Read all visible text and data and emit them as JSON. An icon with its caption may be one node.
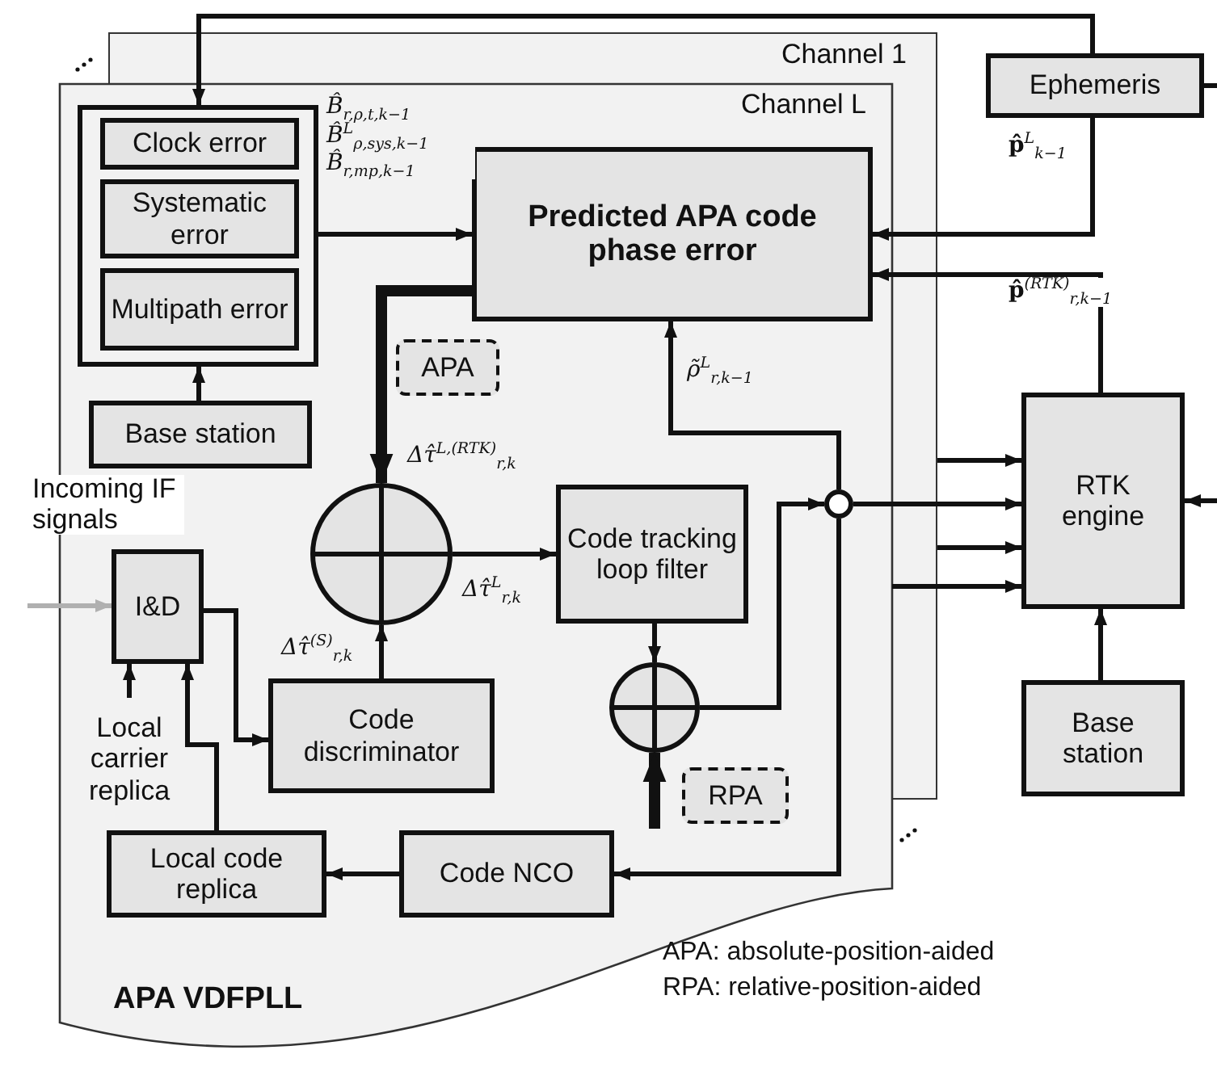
{
  "diagram": {
    "nodes": [
      {
        "text": [
          "Channel 1"
        ]
      },
      {
        "text": [
          "Channel L",
          "APA VDFPLL"
        ]
      },
      {
        "text": [],
        "shape": "box",
        "in": 1
      },
      {
        "text": [
          "Clock error"
        ],
        "in": 2
      },
      {
        "text": [
          "Systematic error"
        ],
        "in": 2
      },
      {
        "text": [
          "Multipath error"
        ],
        "in": 2
      },
      {
        "text": [
          "Base station"
        ],
        "in": 1
      },
      {
        "text": [
          "Predicted APA code phase error"
        ],
        "in": 1
      },
      {
        "text": [
          "APA"
        ],
        "in": 1
      },
      {
        "text": [],
        "shape": "circle",
        "in": 1
      },
      {
        "text": [
          "I&D"
        ],
        "in": 1
      },
      {
        "text": [
          "Code discriminator"
        ],
        "in": 1
      },
      {
        "text": [
          "Code tracking loop filter"
        ],
        "in": 1
      },
      {
        "text": [],
        "shape": "circle",
        "in": 1
      },
      {
        "text": [
          "RPA"
        ],
        "in": 1
      },
      {
        "text": [],
        "shape": "circle",
        "in": 1
      },
      {
        "text": [
          "Local code replica"
        ],
        "in": 1
      },
      {
        "text": [
          "Code NCO"
        ],
        "in": 1
      },
      {
        "text": [
          "Ephemeris"
        ]
      },
      {
        "text": [
          "RTK engine"
        ]
      },
      {
        "text": [
          "Base station"
        ]
      },
      {
        "text": [
          "Local carrier replica"
        ],
        "in": 1
      }
    ],
    "edges": [
      {
        "from": 18,
        "to": 2,
        "arrow": "to"
      },
      {
        "from": 18,
        "to": 7,
        "arrow": "to",
        "label": "**p̂**$^{L}$$_{k−1}$"
      },
      {
        "from": 19,
        "to": 7,
        "arrow": "to",
        "label": "**p̂**$^{(RTK)}$$_{r,k−1}$"
      },
      {
        "from": 2,
        "to": 7,
        "arrow": "to",
        "label": "B̂$_{r,ρ,t,k−1}$ B̂$^{L}$$_{ρ,sys,k−1}$ B̂$_{r,mp,k−1}$"
      },
      {
        "from": 6,
        "to": 2,
        "arrow": "to"
      },
      {
        "from": 7,
        "to": 9,
        "arrow": "to",
        "style": "thick",
        "label": "Δτ̂$^{L,(RTK)}$$_{r,k}$"
      },
      {
        "from": 10,
        "to": 11,
        "arrow": "to"
      },
      {
        "from": 11,
        "to": 9,
        "arrow": "to",
        "label": "Δτ̂$^{(S)}$$_{r,k}$"
      },
      {
        "from": 9,
        "to": 12,
        "arrow": "to",
        "label": "Δτ̂$^{L}$$_{r,k}$"
      },
      {
        "from": 12,
        "to": 13,
        "arrow": "to"
      },
      {
        "from": 13,
        "to": 15,
        "arrow": "to"
      },
      {
        "from": 15,
        "to": 7,
        "arrow": "to",
        "label": "ρ̃$^{L}$$_{r,k−1}$"
      },
      {
        "from": 15,
        "to": 19,
        "arrow": "to"
      },
      {
        "from": 15,
        "to": 17,
        "arrow": "to"
      },
      {
        "from": 17,
        "to": 16,
        "arrow": "to"
      },
      {
        "from": 16,
        "to": 10,
        "arrow": "to"
      },
      {
        "from": 21,
        "to": 10,
        "arrow": "to"
      },
      {
        "from": null,
        "to": 10,
        "arrow": "to",
        "color": "#b0b0b0",
        "label": "Incoming IF signals"
      },
      {
        "from": null,
        "to": 19,
        "arrow": "to"
      },
      {
        "from": null,
        "to": 19,
        "arrow": "to"
      },
      {
        "from": 1,
        "to": 19,
        "arrow": "to"
      },
      {
        "from": null,
        "to": 19,
        "arrow": "to"
      },
      {
        "from": 20,
        "to": 19,
        "arrow": "to"
      },
      {
        "from": 18,
        "to": null,
        "arrow": "none"
      },
      {
        "from": null,
        "to": 13,
        "arrow": "to",
        "style": "thick"
      }
    ],
    "labels": [
      "APA: absolute-position-aided",
      "RPA: relative-position-aided"
    ]
  }
}
